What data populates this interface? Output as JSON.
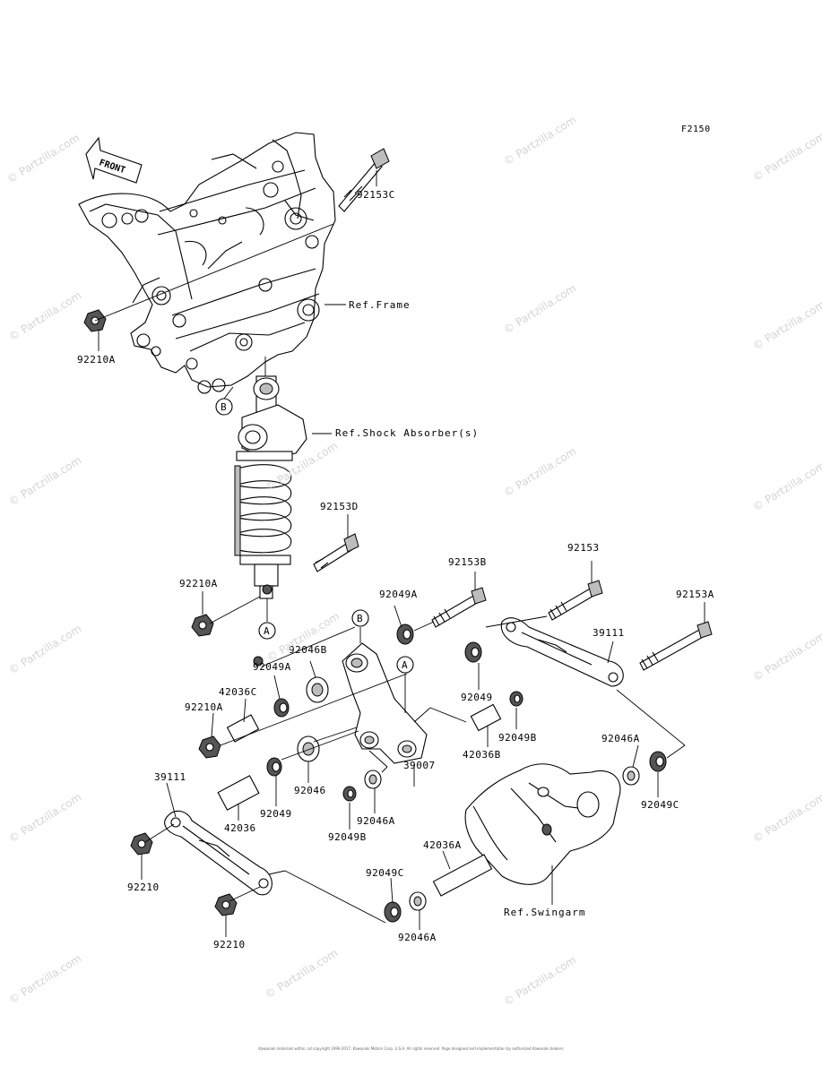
{
  "figure_id": "F2150",
  "front_arrow": "FRONT",
  "callouts": {
    "a": "A",
    "b": "B"
  },
  "refs": {
    "frame": "Ref.Frame",
    "shock": "Ref.Shock Absorber(s)",
    "swingarm": "Ref.Swingarm"
  },
  "parts": {
    "p92153C": "92153C",
    "p92210A_top": "92210A",
    "p92153D": "92153D",
    "p92210A_mid": "92210A",
    "p92153B": "92153B",
    "p92153": "92153",
    "p92153A": "92153A",
    "p92049A_top": "92049A",
    "p92046B": "92046B",
    "p92049A_left": "92049A",
    "p39111_right": "39111",
    "p42036C": "42036C",
    "p92210A_low": "92210A",
    "p92049_right": "92049",
    "p92049B_right": "92049B",
    "p42036B": "42036B",
    "p39007": "39007",
    "p92046": "92046",
    "p92046A_right": "92046A",
    "p92049C_right": "92049C",
    "p39111_left": "39111",
    "p92049_left": "92049",
    "p42036": "42036",
    "p92046A_mid": "92046A",
    "p92049B_mid": "92049B",
    "p42036A": "42036A",
    "p92210_upper": "92210",
    "p92049C_low": "92049C",
    "p92210_lower": "92210",
    "p92046A_low": "92046A"
  },
  "watermark": "© Partzilla.com",
  "copyright": "Kawasaki materials within, all copyright 1996-2017, Kawasaki Motors Corp. U.S.A. All rights reserved. Page designed and implementation by authorized Kawasaki dealers"
}
